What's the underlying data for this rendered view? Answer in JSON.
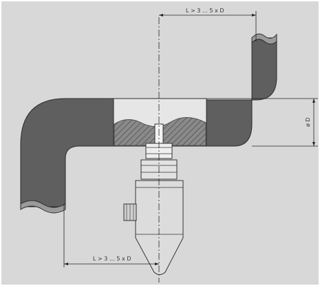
{
  "labels": {
    "top_dimension": "L > 3 … 5 x D",
    "bottom_dimension": "L > 3 … 5 x D",
    "diameter": "ø D"
  },
  "colors": {
    "background": "#d8d8d8",
    "pipe": "#5f5f5f",
    "pipe_edge": "#2b2b2b",
    "fluid_window": "#e6e6e6",
    "sensor_body": "#dcdcdc",
    "hatch": "#777777",
    "dimension_line": "#222222"
  }
}
